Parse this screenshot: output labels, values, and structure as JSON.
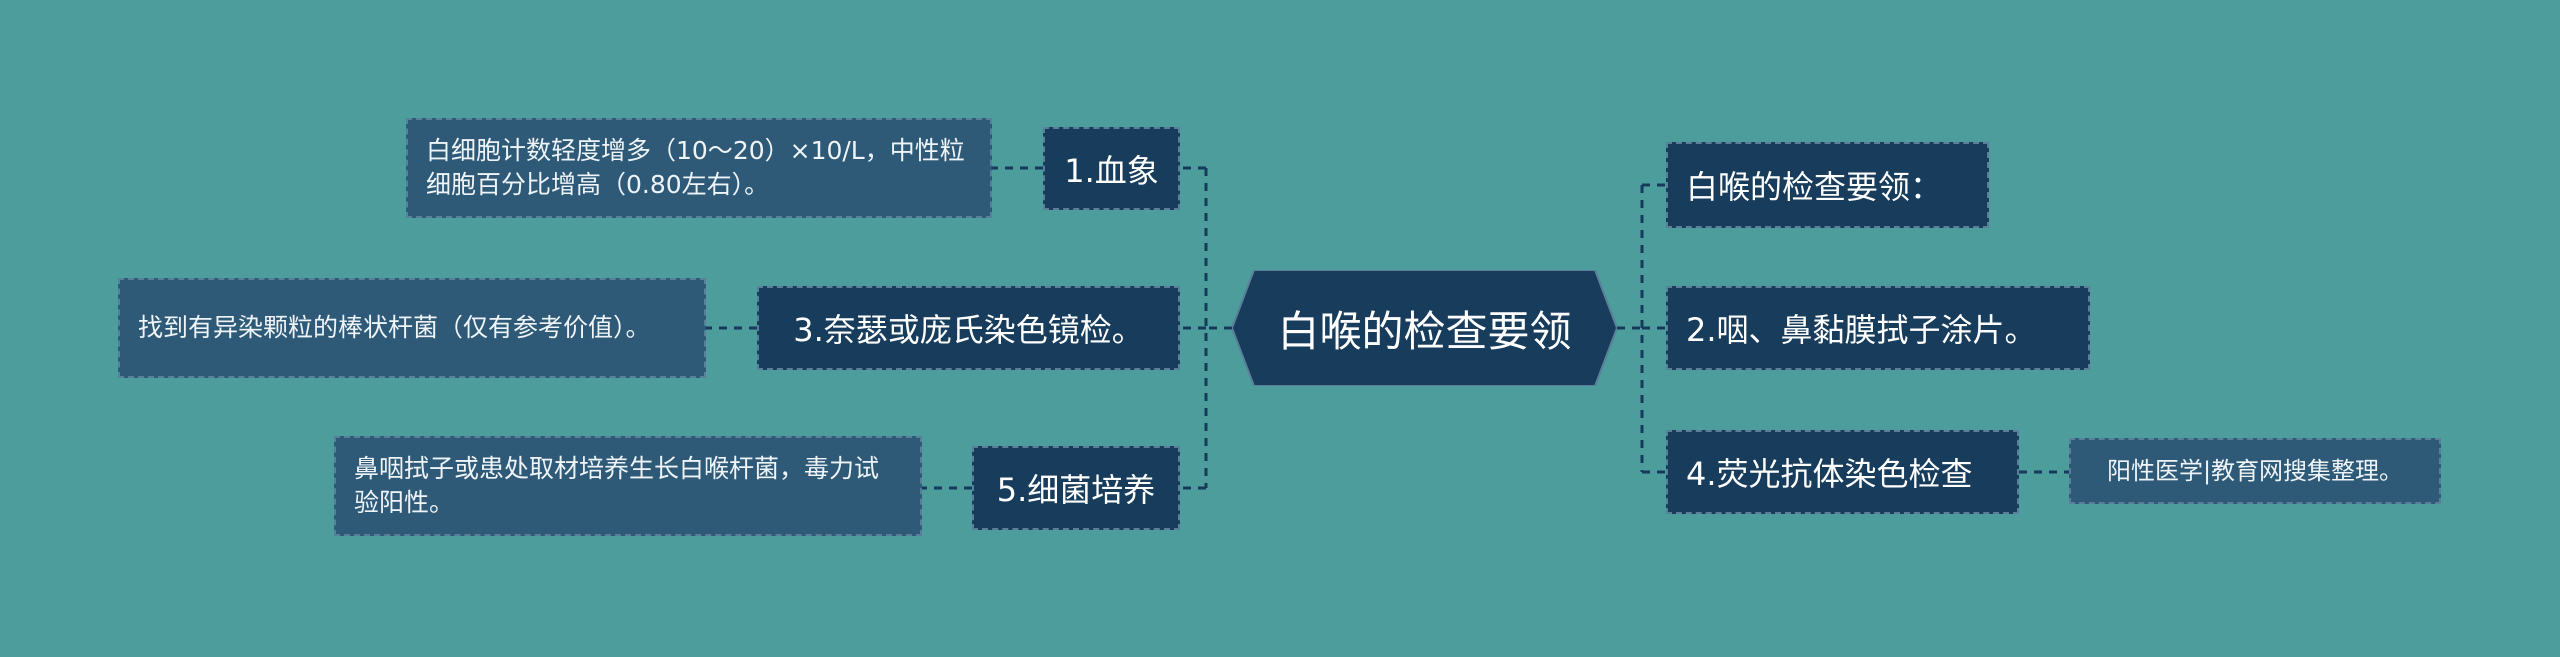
{
  "root": {
    "label": "白喉的检查要领"
  },
  "left": [
    {
      "label": "1.血象",
      "detail": "白细胞计数轻度增多（10～20）×10/L，中性粒细胞百分比增高（0.80左右）。"
    },
    {
      "label": "3.奈瑟或庞氏染色镜检。",
      "detail": "找到有异染颗粒的棒状杆菌（仅有参考价值）。"
    },
    {
      "label": "5.细菌培养",
      "detail": "鼻咽拭子或患处取材培养生长白喉杆菌，毒力试验阳性。"
    }
  ],
  "right": [
    {
      "label": "白喉的检查要领："
    },
    {
      "label": "2.咽、鼻黏膜拭子涂片。"
    },
    {
      "label": "4.荧光抗体染色检查",
      "detail": "阳性医学|教育网搜集整理。"
    }
  ],
  "colors": {
    "background": "#4d9d9d",
    "node": "#173c5c",
    "detail_node": "#2e5a78",
    "line": "#163a5a"
  }
}
